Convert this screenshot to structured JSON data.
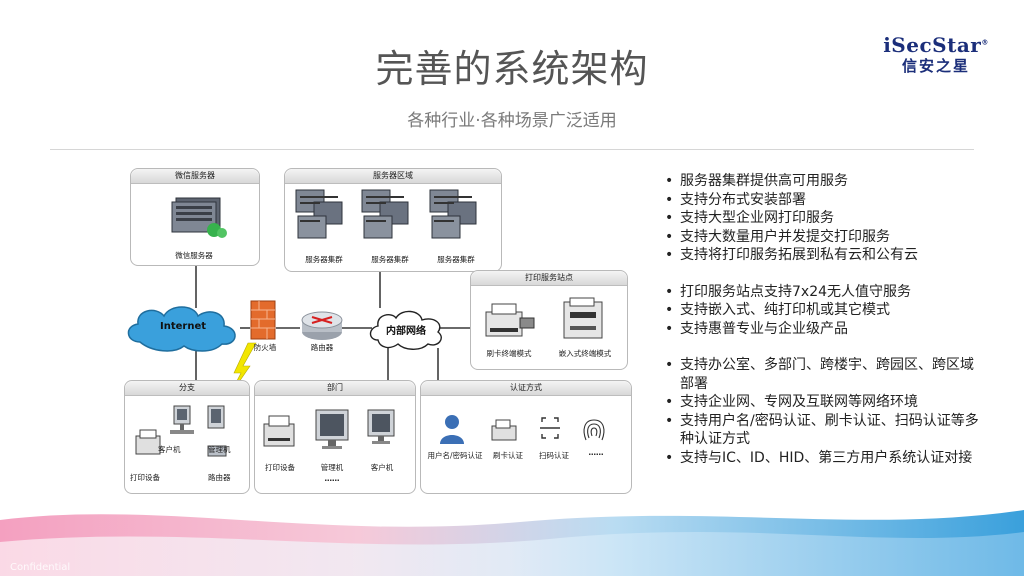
{
  "slide": {
    "title": "完善的系统架构",
    "subtitle": "各种行业·各种场景广泛适用",
    "footer": "Confidential"
  },
  "logo": {
    "english": "iSecStar",
    "registered": "®",
    "chinese": "信安之星"
  },
  "diagram": {
    "wechat": {
      "title": "微信服务器",
      "label": "微信服务器"
    },
    "server_area": {
      "title": "服务器区域",
      "clusters": [
        "服务器集群",
        "服务器集群",
        "服务器集群"
      ]
    },
    "print_station": {
      "title": "打印服务站点",
      "items": [
        "刷卡终端模式",
        "嵌入式终端模式"
      ]
    },
    "internet": "Internet",
    "firewall": "防火墙",
    "router": "路由器",
    "intranet": "内部网络",
    "branch": {
      "title": "分支",
      "items": [
        "客户机",
        "管理机",
        "打印设备",
        "路由器"
      ]
    },
    "department": {
      "title": "部门",
      "items": [
        "打印设备",
        "管理机",
        "客户机"
      ],
      "ellipsis": "……"
    },
    "auth": {
      "title": "认证方式",
      "items": [
        "用户名/密码认证",
        "刷卡认证",
        "扫码认证"
      ],
      "ellipsis": "……"
    }
  },
  "bullets": [
    [
      "服务器集群提供高可用服务",
      "支持分布式安装部署",
      "支持大型企业网打印服务",
      "支持大数量用户并发提交打印服务",
      "支持将打印服务拓展到私有云和公有云"
    ],
    [
      "打印服务站点支持7x24无人值守服务",
      "支持嵌入式、纯打印机或其它模式",
      "支持惠普专业与企业级产品"
    ],
    [
      "支持办公室、多部门、跨楼宇、跨园区、跨区域部署",
      "支持企业网、专网及互联网等网络环境",
      "支持用户名/密码认证、刷卡认证、扫码认证等多种认证方式",
      "支持与IC、ID、HID、第三方用户系统认证对接"
    ]
  ],
  "colors": {
    "brand": "#1b2e7a",
    "cloud": "#3aa0dc",
    "firewall": "#e36b2c",
    "bolt": "#f2e600"
  }
}
